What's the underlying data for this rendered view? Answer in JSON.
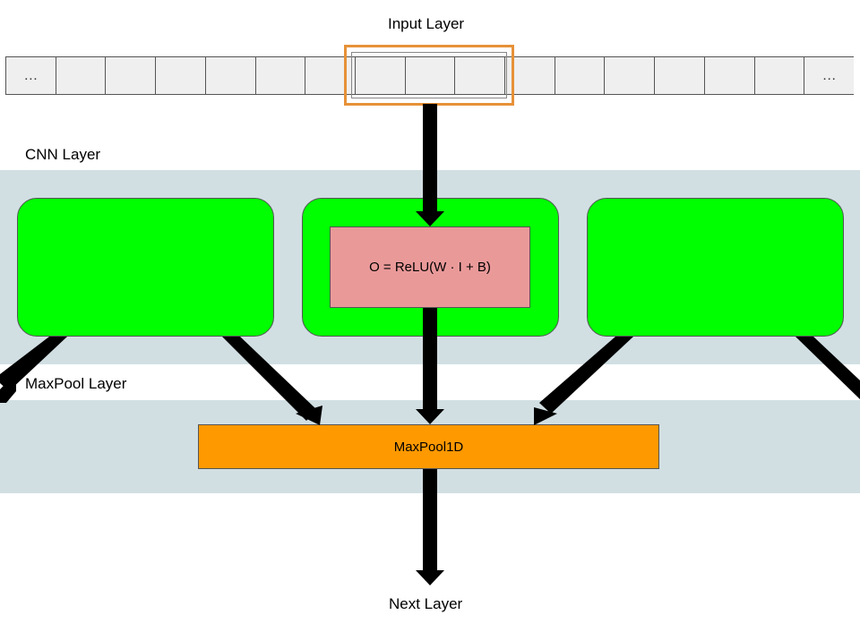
{
  "labels": {
    "input_layer": "Input Layer",
    "cnn_layer": "CNN Layer",
    "maxpool_layer": "MaxPool Layer",
    "next_layer": "Next Layer"
  },
  "input": {
    "cells": [
      "…",
      "",
      "",
      "",
      "",
      "",
      "",
      "",
      "",
      "",
      "",
      "",
      "",
      "",
      "",
      "",
      "…"
    ]
  },
  "cnn": {
    "formula": "O = ReLU(W · I + B)"
  },
  "pool": {
    "label": "MaxPool1D"
  },
  "colors": {
    "band": "#d1dfe3",
    "cnn_box": "#00ff00",
    "formula_box": "#ea9999",
    "pool_box": "#ff9900",
    "window_border": "#e69138",
    "input_cell": "#efefef",
    "arrow": "#000000"
  }
}
